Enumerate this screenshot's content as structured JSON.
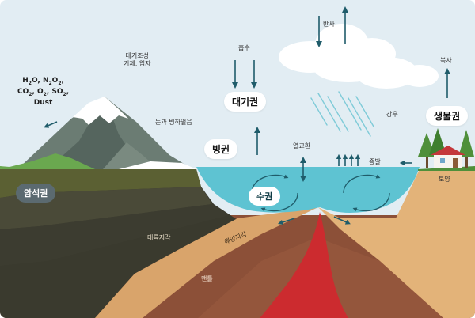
{
  "spheres": {
    "atmosphere": "대기권",
    "cryosphere": "빙권",
    "hydrosphere": "수권",
    "biosphere": "생물권",
    "geosphere": "암석권"
  },
  "labels": {
    "composition": [
      "대기조성",
      "기체, 입자"
    ],
    "absorption": "흡수",
    "reflection": "반사",
    "radiation": "복사",
    "precipitation": "강우",
    "snow_ice": "눈과 빙하얼음",
    "heat_exchange": "열교환",
    "evaporation": "증발",
    "soil": "토양",
    "continental_crust": "대륙지각",
    "oceanic_crust": "해양지각",
    "mantle": "맨틀"
  },
  "gases": {
    "line1": [
      "H",
      "2",
      "O, N",
      "2",
      "O",
      "2",
      ","
    ],
    "line2": [
      "CO",
      "2",
      ", O",
      "2",
      ", SO",
      "2",
      ","
    ],
    "line3": "Dust"
  },
  "colors": {
    "sky": "#e2edf3",
    "ocean": "#5ec3d2",
    "arrow": "#1f5c6a",
    "magma": "#cc2b2f",
    "soil": "#e3b379",
    "grass": "#6aa84f"
  },
  "icons": [
    "cloud-icon",
    "tree-icon",
    "house-icon",
    "arrow-icon"
  ]
}
